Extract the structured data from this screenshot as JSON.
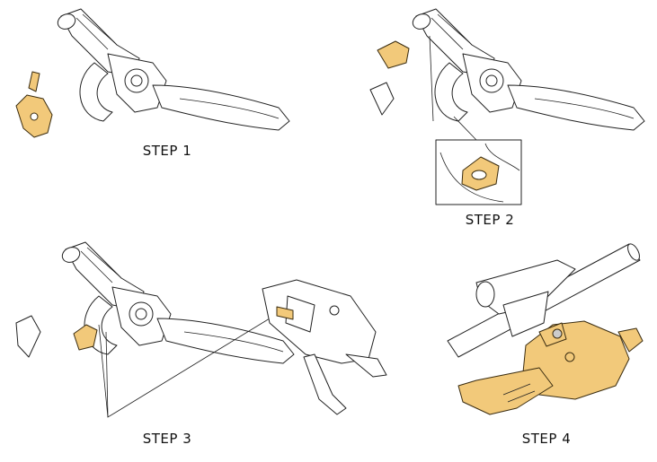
{
  "steps": [
    {
      "label": "STEP 1"
    },
    {
      "label": "STEP 2"
    },
    {
      "label": "STEP 3"
    },
    {
      "label": "STEP 4"
    }
  ],
  "colors": {
    "highlight": "#f2c97a",
    "line": "#222222"
  }
}
